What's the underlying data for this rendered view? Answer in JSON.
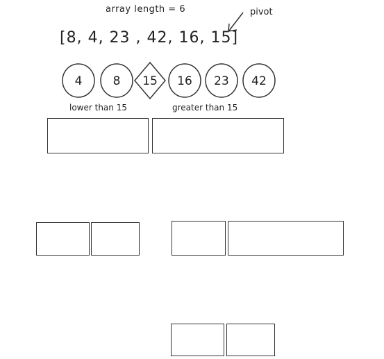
{
  "caption": "array length = 6",
  "pivot_label": "pivot",
  "array_text": "[8, 4, 23 , 42, 16, 15]",
  "sorted_nodes": [
    {
      "label": "4",
      "shape": "circle"
    },
    {
      "label": "8",
      "shape": "circle"
    },
    {
      "label": "15",
      "shape": "diamond"
    },
    {
      "label": "16",
      "shape": "circle"
    },
    {
      "label": "23",
      "shape": "circle"
    },
    {
      "label": "42",
      "shape": "circle"
    }
  ],
  "partition_labels": {
    "lower": "lower than 15",
    "greater": "greater than 15"
  },
  "colors": {
    "ink": "#333333",
    "background": "#ffffff"
  }
}
